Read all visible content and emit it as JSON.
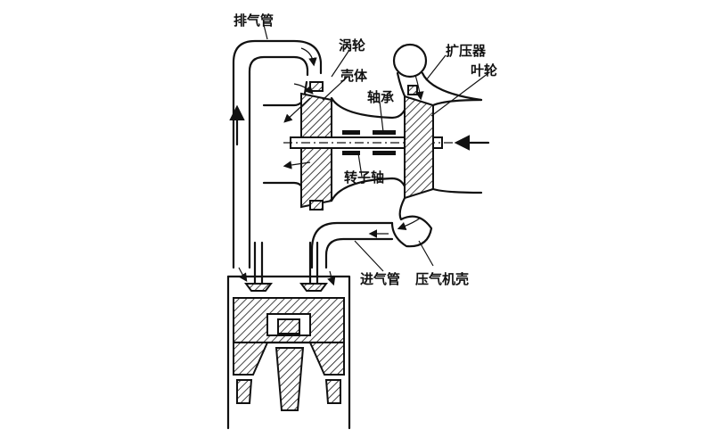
{
  "labels": {
    "exhaust_pipe": "排气管",
    "turbine": "涡轮",
    "housing": "壳体",
    "bearing": "轴承",
    "diffuser": "扩压器",
    "impeller": "叶轮",
    "rotor_shaft": "转子轴",
    "intake_pipe": "进气管",
    "compressor_housing": "压气机壳"
  }
}
